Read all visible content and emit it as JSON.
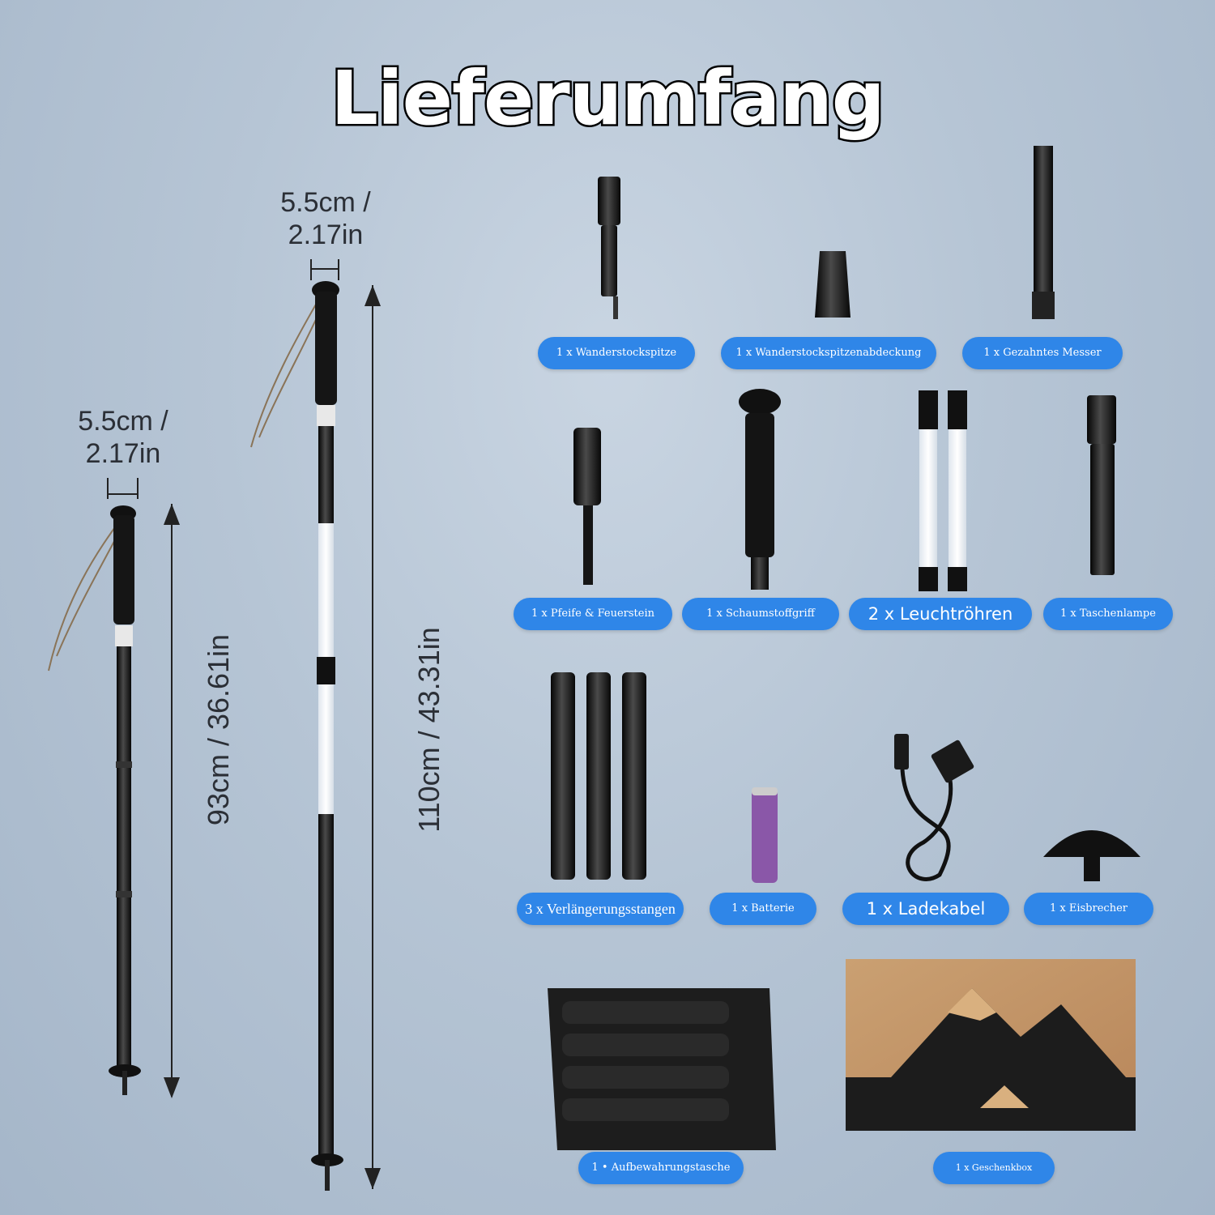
{
  "title": "Lieferumfang",
  "dimensions": {
    "short_width": [
      "5.5cm /",
      "2.17in"
    ],
    "long_width": [
      "5.5cm /",
      "2.17in"
    ],
    "short_length": "93cm / 36.61in",
    "long_length": "110cm / 43.31in"
  },
  "items": {
    "tip": "1 x Wanderstockspitze",
    "tip_cover": "1 x Wanderstockspitzenabdeckung",
    "knife": "1 x Gezahntes Messer",
    "whistle": "1 x Pfeife & Feuerstein",
    "foam_grip": "1 x Schaumstoffgriff",
    "light_tubes": "2 x Leuchtröhren",
    "flashlight": "1 x Taschenlampe",
    "extensions": "3 x Verlängerungsstangen",
    "battery": "1 x Batterie",
    "cable": "1 x Ladekabel",
    "ice_breaker": "1 x Eisbrecher",
    "bag": "1 • Aufbewahrungstasche",
    "gift_box": "1 x Geschenkbox"
  },
  "colors": {
    "pill": "#2f86e8",
    "background": "#b6c5d5",
    "metal": "#1a1a1a"
  }
}
